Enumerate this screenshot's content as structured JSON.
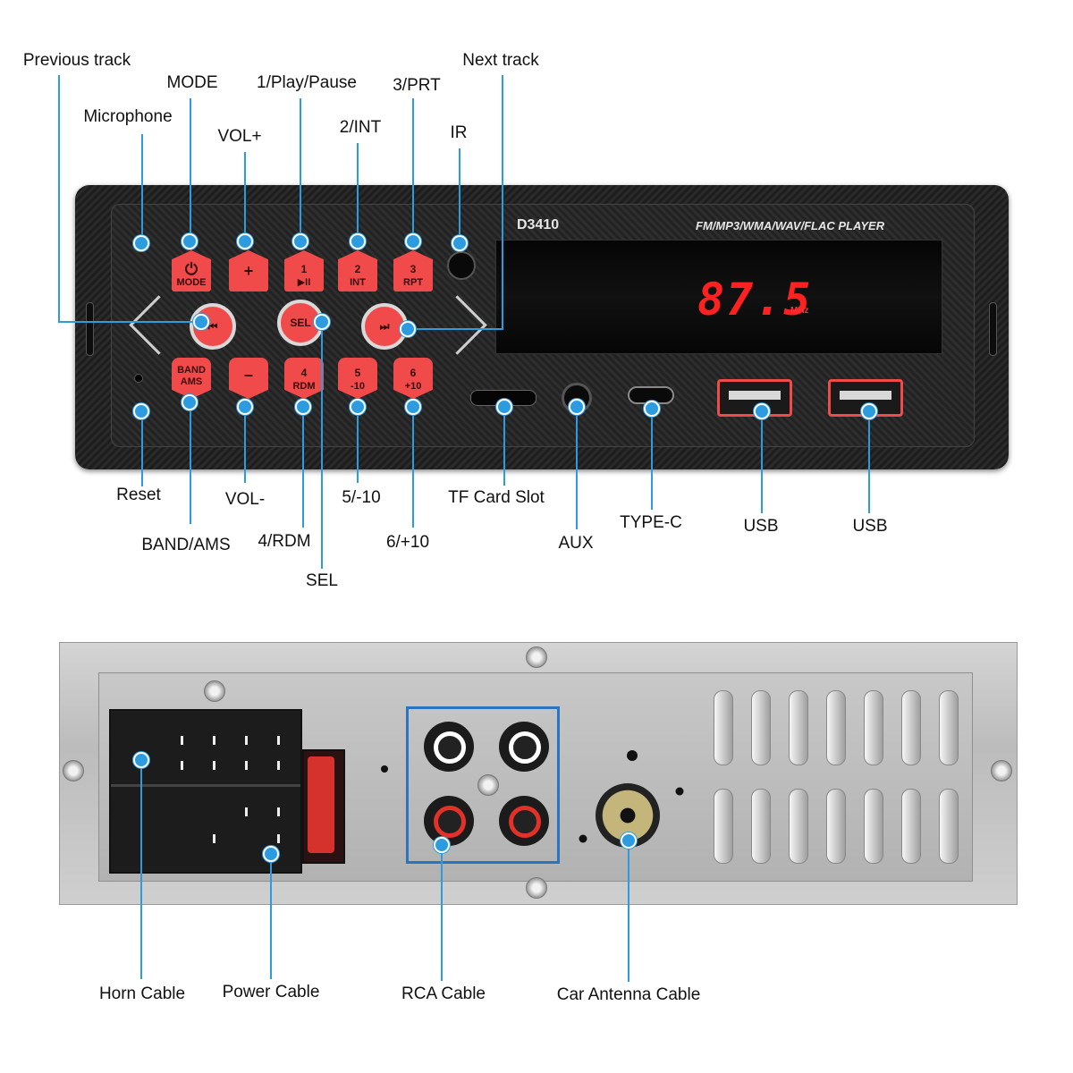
{
  "front": {
    "model": "D3410",
    "formats": "FM/MP3/WMA/WAV/FLAC PLAYER",
    "display_value": "87.5",
    "display_unit": "MHz",
    "buttons": {
      "mode_icon": "⏻",
      "mode_text": "MODE",
      "vol_up": "+",
      "vol_down": "–",
      "btn1_num": "1",
      "btn1_icon": "▶II",
      "btn2_num": "2",
      "btn2_text": "INT",
      "btn3_num": "3",
      "btn3_text": "RPT",
      "btn4_num": "4",
      "btn4_text": "RDM",
      "btn5_num": "5",
      "btn5_text": "-10",
      "btn6_num": "6",
      "btn6_text": "+10",
      "band_text1": "BAND",
      "band_text2": "AMS",
      "sel_text": "SEL",
      "prev_icon": "⏮",
      "next_icon": "⏭"
    },
    "labels": {
      "previous_track": "Previous track",
      "mode": "MODE",
      "microphone": "Microphone",
      "vol_plus": "VOL+",
      "play_pause": "1/Play/Pause",
      "int": "2/INT",
      "prt": "3/PRT",
      "next_track": "Next track",
      "ir": "IR",
      "reset": "Reset",
      "band_ams": "BAND/AMS",
      "vol_minus": "VOL-",
      "rdm": "4/RDM",
      "sel": "SEL",
      "minus10": "5/-10",
      "plus10": "6/+10",
      "tf_card": "TF Card Slot",
      "aux": "AUX",
      "type_c": "TYPE-C",
      "usb1": "USB",
      "usb2": "USB"
    }
  },
  "back": {
    "labels": {
      "horn_cable": "Horn Cable",
      "power_cable": "Power Cable",
      "rca_cable": "RCA Cable",
      "antenna_cable": "Car Antenna Cable"
    }
  },
  "colors": {
    "callout": "#2d9be0",
    "button": "#f04a4a",
    "display": "#ff2020"
  }
}
